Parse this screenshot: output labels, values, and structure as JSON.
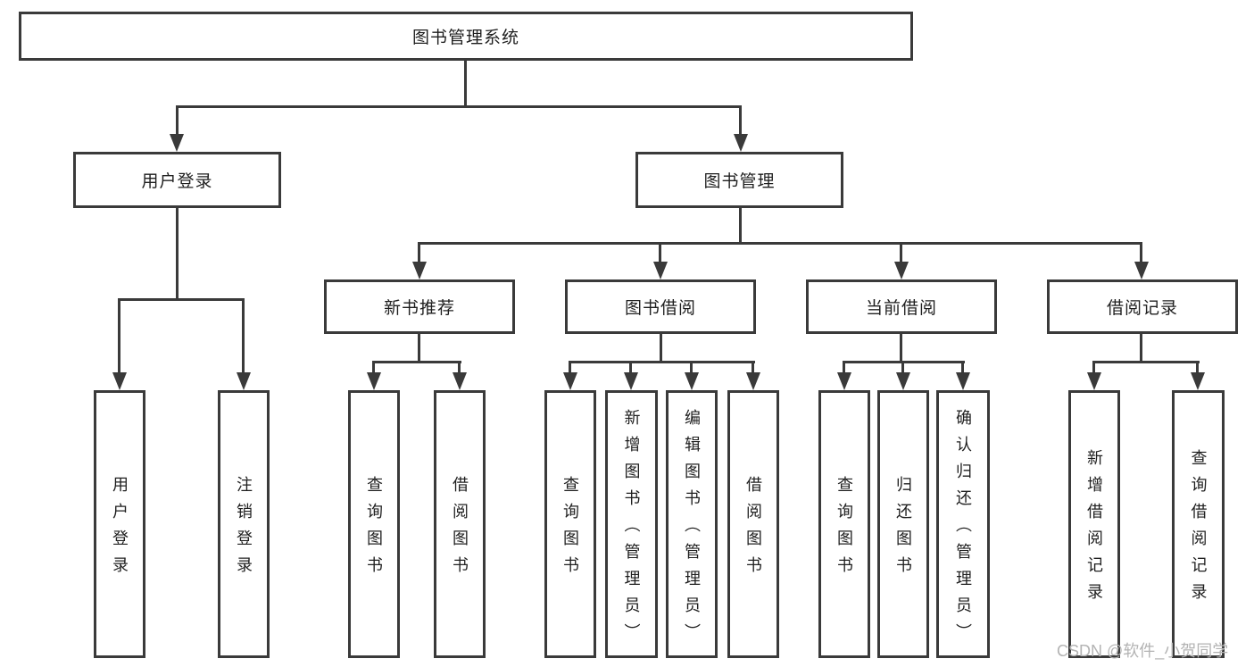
{
  "diagram": {
    "title": "图书管理系统",
    "root": {
      "label": "图书管理系统"
    },
    "login": {
      "label": "用户登录",
      "children": [
        {
          "label": "用户登录"
        },
        {
          "label": "注销登录"
        }
      ]
    },
    "mgmt": {
      "label": "图书管理",
      "children": [
        {
          "label": "新书推荐",
          "children": [
            {
              "label": "查询图书"
            },
            {
              "label": "借阅图书"
            }
          ]
        },
        {
          "label": "图书借阅",
          "children": [
            {
              "label": "查询图书"
            },
            {
              "label": "新增图书（管理员）"
            },
            {
              "label": "编辑图书（管理员）"
            },
            {
              "label": "借阅图书"
            }
          ]
        },
        {
          "label": "当前借阅",
          "children": [
            {
              "label": "查询图书"
            },
            {
              "label": "归还图书"
            },
            {
              "label": "确认归还（管理员）"
            }
          ]
        },
        {
          "label": "借阅记录",
          "children": [
            {
              "label": "新增借阅记录"
            },
            {
              "label": "查询借阅记录"
            }
          ]
        }
      ]
    }
  },
  "watermark": {
    "text": "CSDN @软件_小贺同学"
  },
  "colors": {
    "line": "#3a3a3a",
    "box_border": "#3a3a3a",
    "box_fill": "#ffffff",
    "text": "#1f1f1f",
    "watermark": "#b3b3b3",
    "background": "#ffffff"
  }
}
